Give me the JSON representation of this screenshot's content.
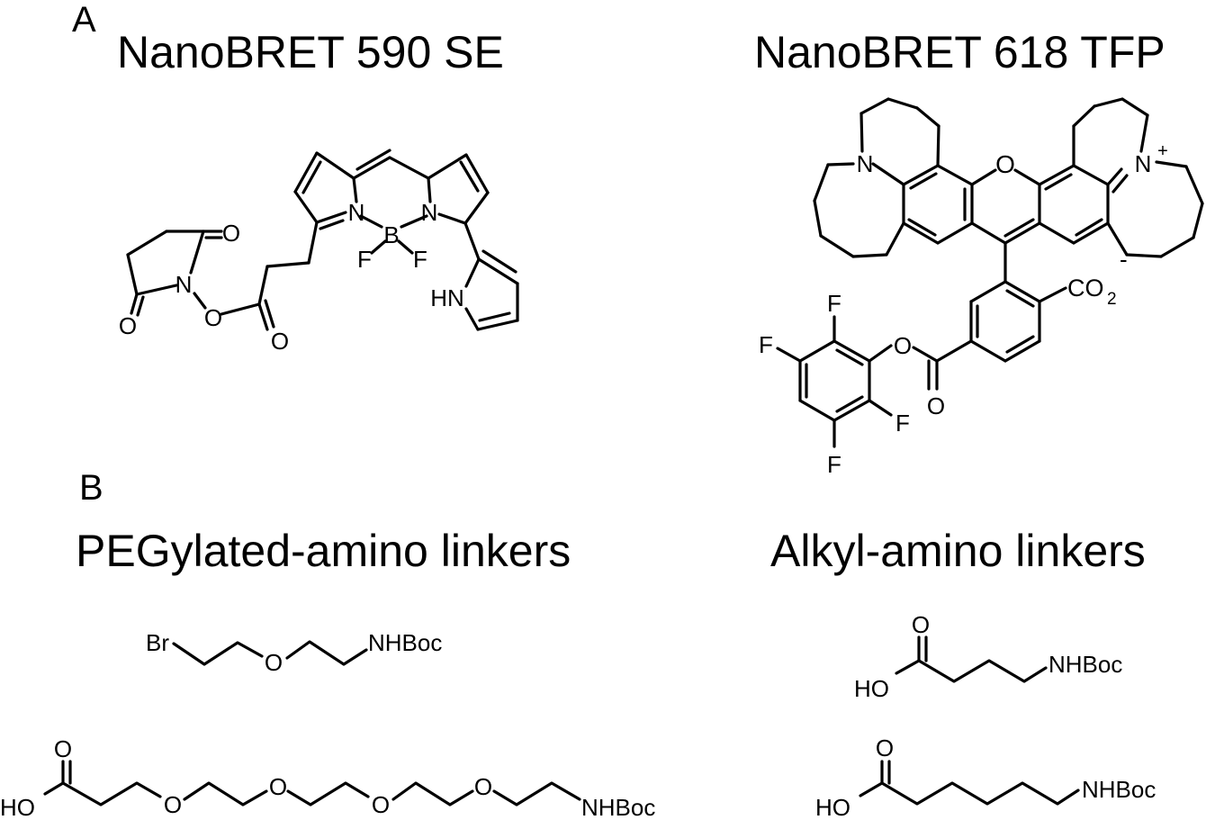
{
  "panels": {
    "a": "A",
    "b": "B"
  },
  "titles": {
    "se": "NanoBRET 590 SE",
    "tfp": "NanoBRET 618 TFP",
    "peg": "PEGylated-amino linkers",
    "alkyl": "Alkyl-amino linkers"
  },
  "atoms": {
    "o": "O",
    "n": "N",
    "b": "B",
    "f": "F",
    "hn": "HN",
    "nplus": "N",
    "plus": "+",
    "co2": "CO",
    "sub2": "2",
    "minus": "-",
    "br": "Br",
    "nhboc": "NHBoc",
    "ho": "HO"
  }
}
